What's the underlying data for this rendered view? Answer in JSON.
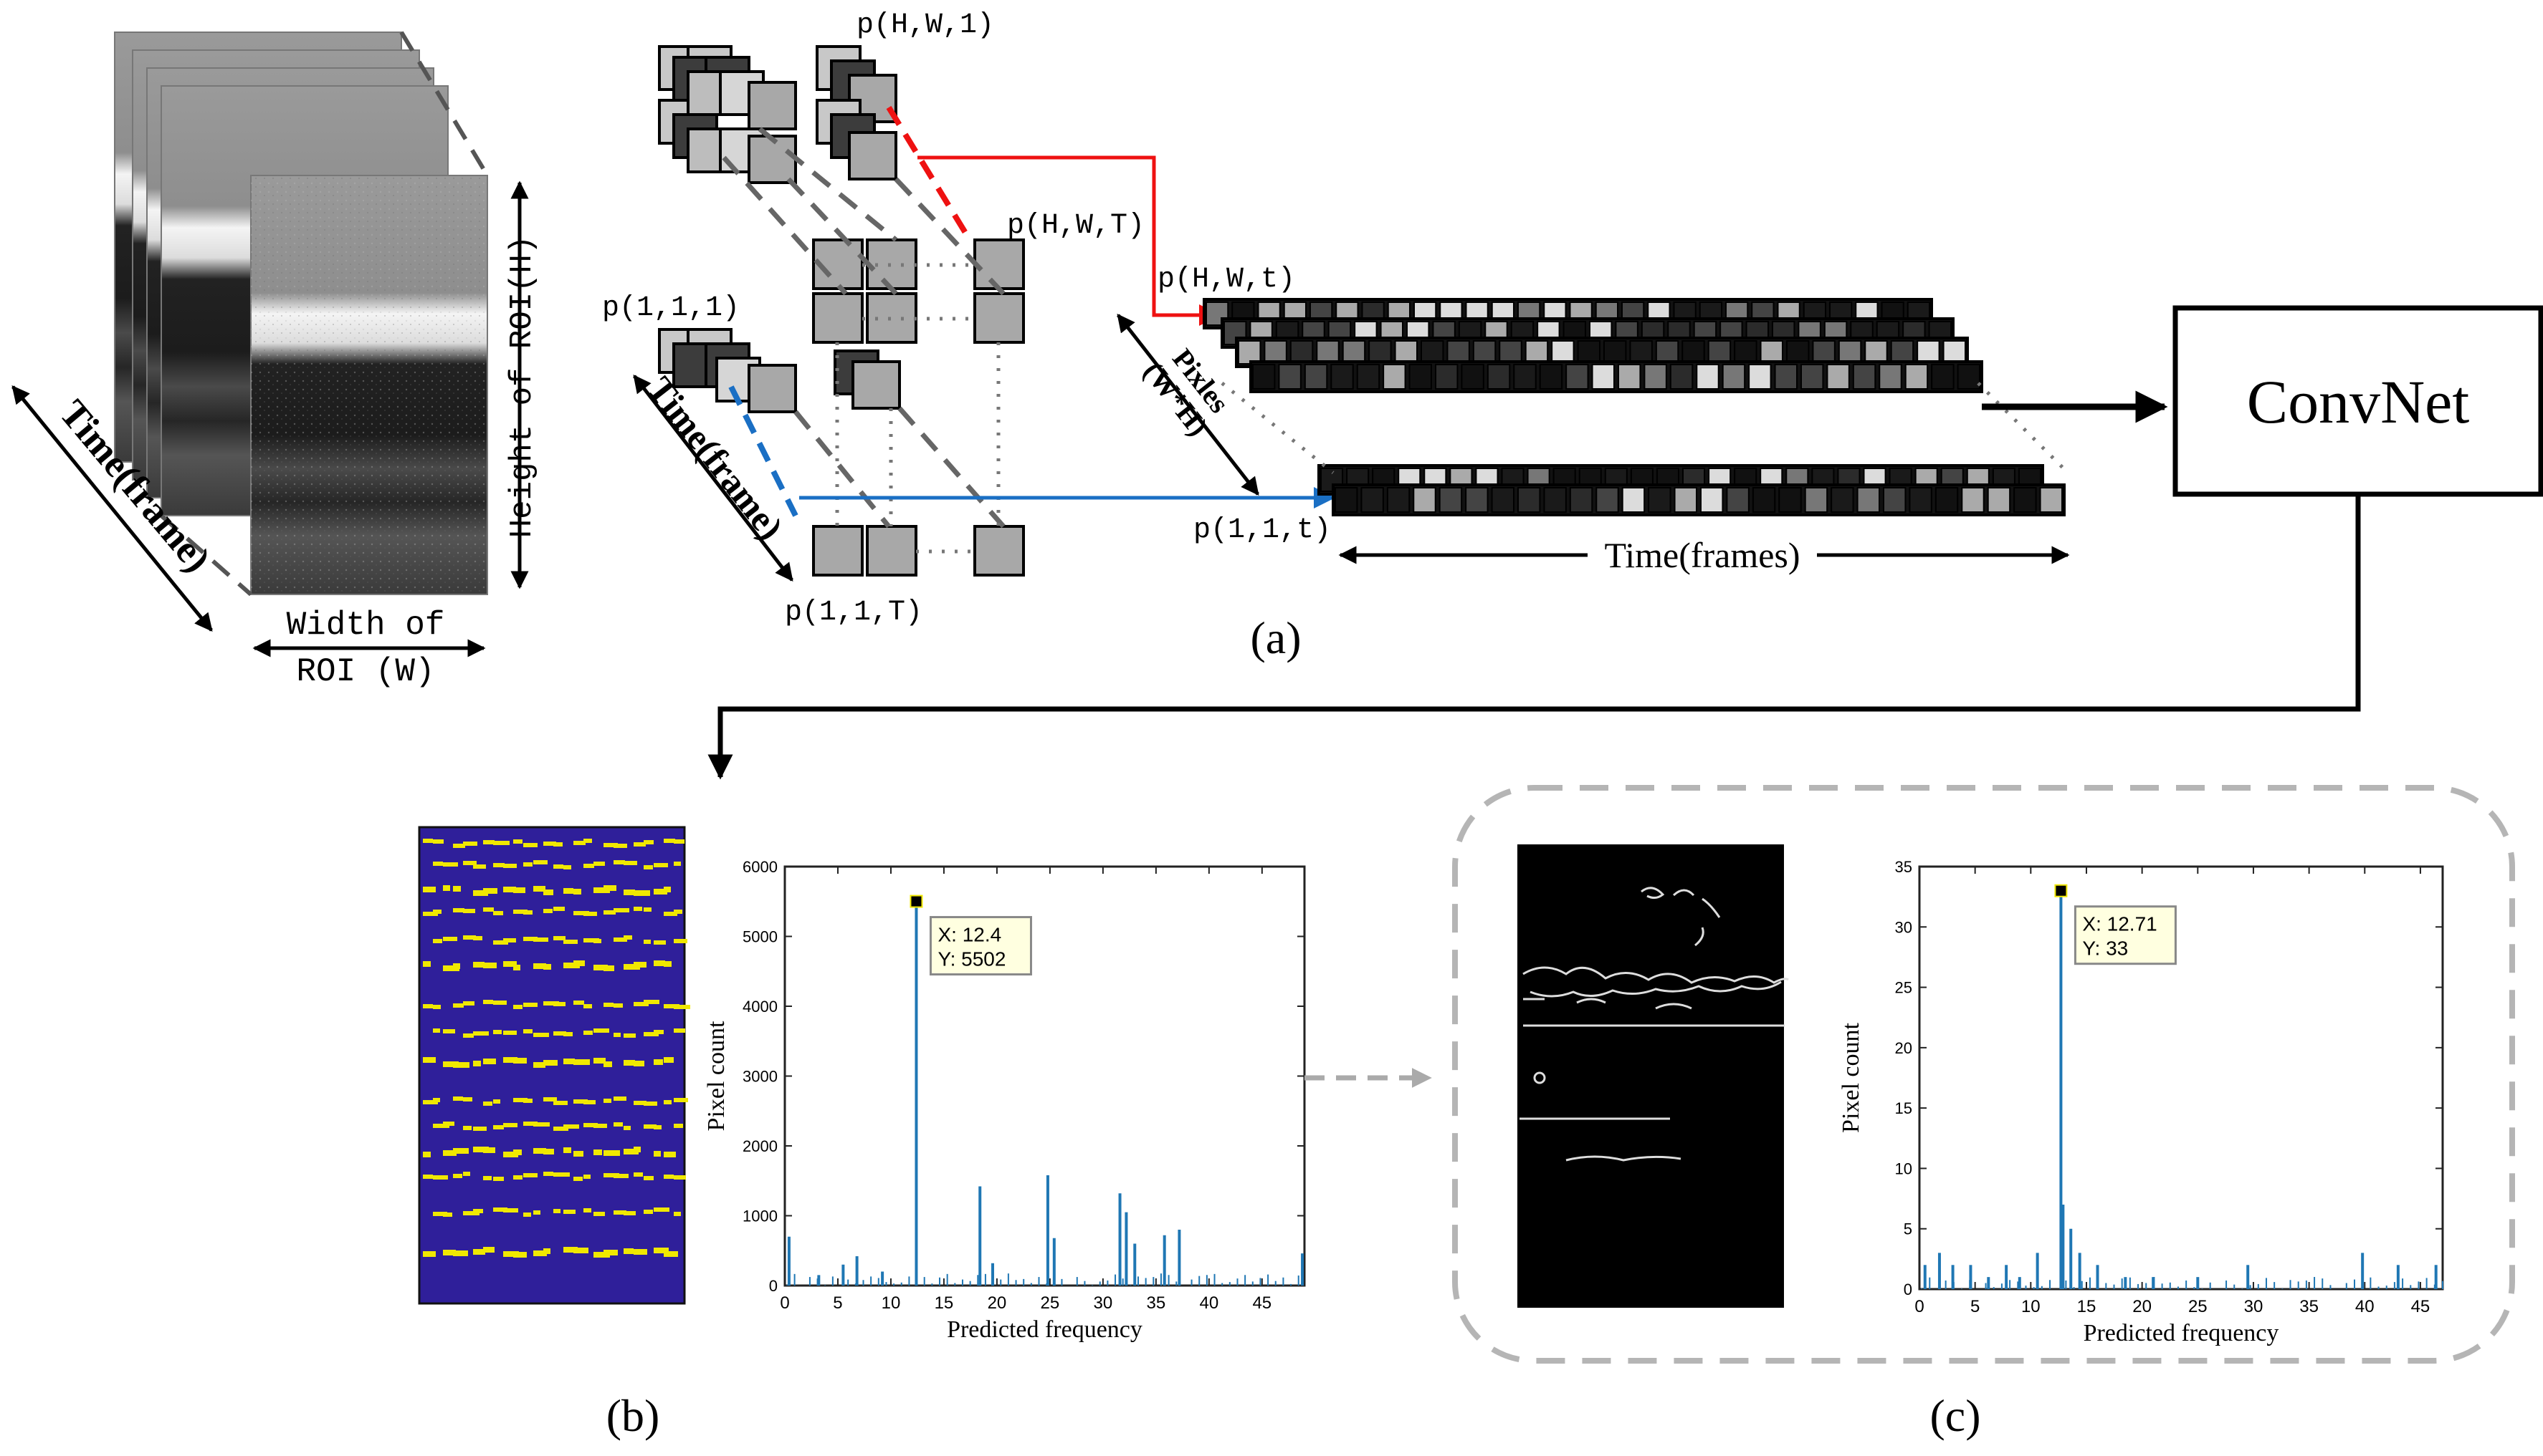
{
  "roi": {
    "time_label": "Time(frame)",
    "width_label_1": "Width of",
    "width_label_2": "ROI (W)",
    "height_label": "Height of ROI(H)"
  },
  "grid": {
    "p_hw1": "p(H,W,1)",
    "p_hwT": "p(H,W,T)",
    "p_111": "p(1,1,1)",
    "p_11T": "p(1,1,T)",
    "time_label": "Time(frame)"
  },
  "sequences": {
    "p_hwt": "p(H,W,t)",
    "p_11t": "p(1,1,t)",
    "pixels_label_1": "Pixles",
    "pixels_label_2": "(W*H)",
    "time_label": "Time(frames)"
  },
  "convnet_label": "ConvNet",
  "panel_a_label": "(a)",
  "panel_b_label": "(b)",
  "panel_c_label": "(c)",
  "histogram_b": {
    "ylabel": "Pixel count",
    "xlabel": "Predicted frequency",
    "tip_x": "X: 12.4",
    "tip_y": "Y: 5502",
    "xticks": [
      "0",
      "5",
      "10",
      "15",
      "20",
      "25",
      "30",
      "35",
      "40",
      "45"
    ],
    "yticks": [
      "0",
      "1000",
      "2000",
      "3000",
      "4000",
      "5000",
      "6000"
    ]
  },
  "histogram_c": {
    "ylabel": "Pixel count",
    "xlabel": "Predicted frequency",
    "tip_x": "X: 12.71",
    "tip_y": "Y: 33",
    "xticks": [
      "0",
      "5",
      "10",
      "15",
      "20",
      "25",
      "30",
      "35",
      "40",
      "45"
    ],
    "yticks": [
      "0",
      "5",
      "10",
      "15",
      "20",
      "25",
      "30",
      "35"
    ]
  },
  "chart_data": [
    {
      "type": "bar",
      "xlabel": "Predicted frequency",
      "ylabel": "Pixel count",
      "xlim": [
        0,
        49
      ],
      "ylim": [
        0,
        6000
      ],
      "peak": {
        "x": 12.4,
        "y": 5502
      },
      "x": [
        0.4,
        3.2,
        5.5,
        6.8,
        9.2,
        12.4,
        18.4,
        19.6,
        24.8,
        25.4,
        31.6,
        32.2,
        33.0,
        35.8,
        37.2,
        48.8
      ],
      "values": [
        700,
        150,
        300,
        420,
        200,
        5502,
        1420,
        320,
        1580,
        680,
        1320,
        1050,
        600,
        720,
        800,
        460
      ]
    },
    {
      "type": "bar",
      "xlabel": "Predicted frequency",
      "ylabel": "Pixel count",
      "xlim": [
        0,
        47
      ],
      "ylim": [
        0,
        35
      ],
      "peak": {
        "x": 12.71,
        "y": 33
      },
      "x": [
        0.5,
        1.8,
        3.0,
        4.6,
        6.2,
        7.8,
        9.0,
        10.6,
        12.71,
        12.9,
        13.6,
        14.4,
        16.0,
        18.5,
        21.0,
        25.0,
        29.5,
        39.8,
        43.0,
        46.4
      ],
      "values": [
        2,
        3,
        2,
        2,
        1,
        2,
        1,
        3,
        33,
        7,
        5,
        3,
        2,
        1,
        1,
        1,
        2,
        3,
        2,
        2
      ]
    }
  ]
}
